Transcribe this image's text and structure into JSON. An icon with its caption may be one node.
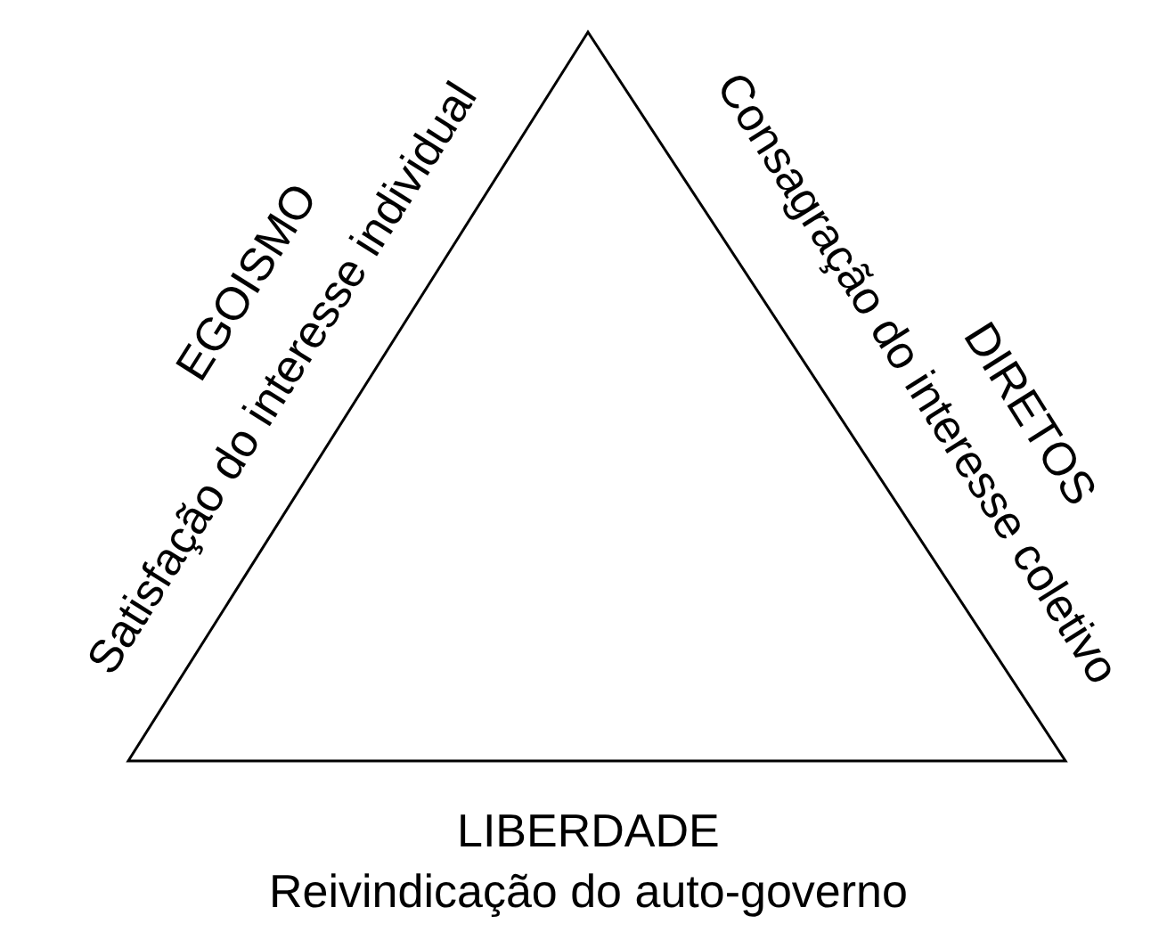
{
  "diagram": {
    "labels": [
      "EGOISMO",
      "Satisfação do interesse individual",
      "Consagração do interesse coletivo",
      "DIRETOS",
      "LIBERDADE",
      "Reivindicação do auto-governo"
    ]
  }
}
